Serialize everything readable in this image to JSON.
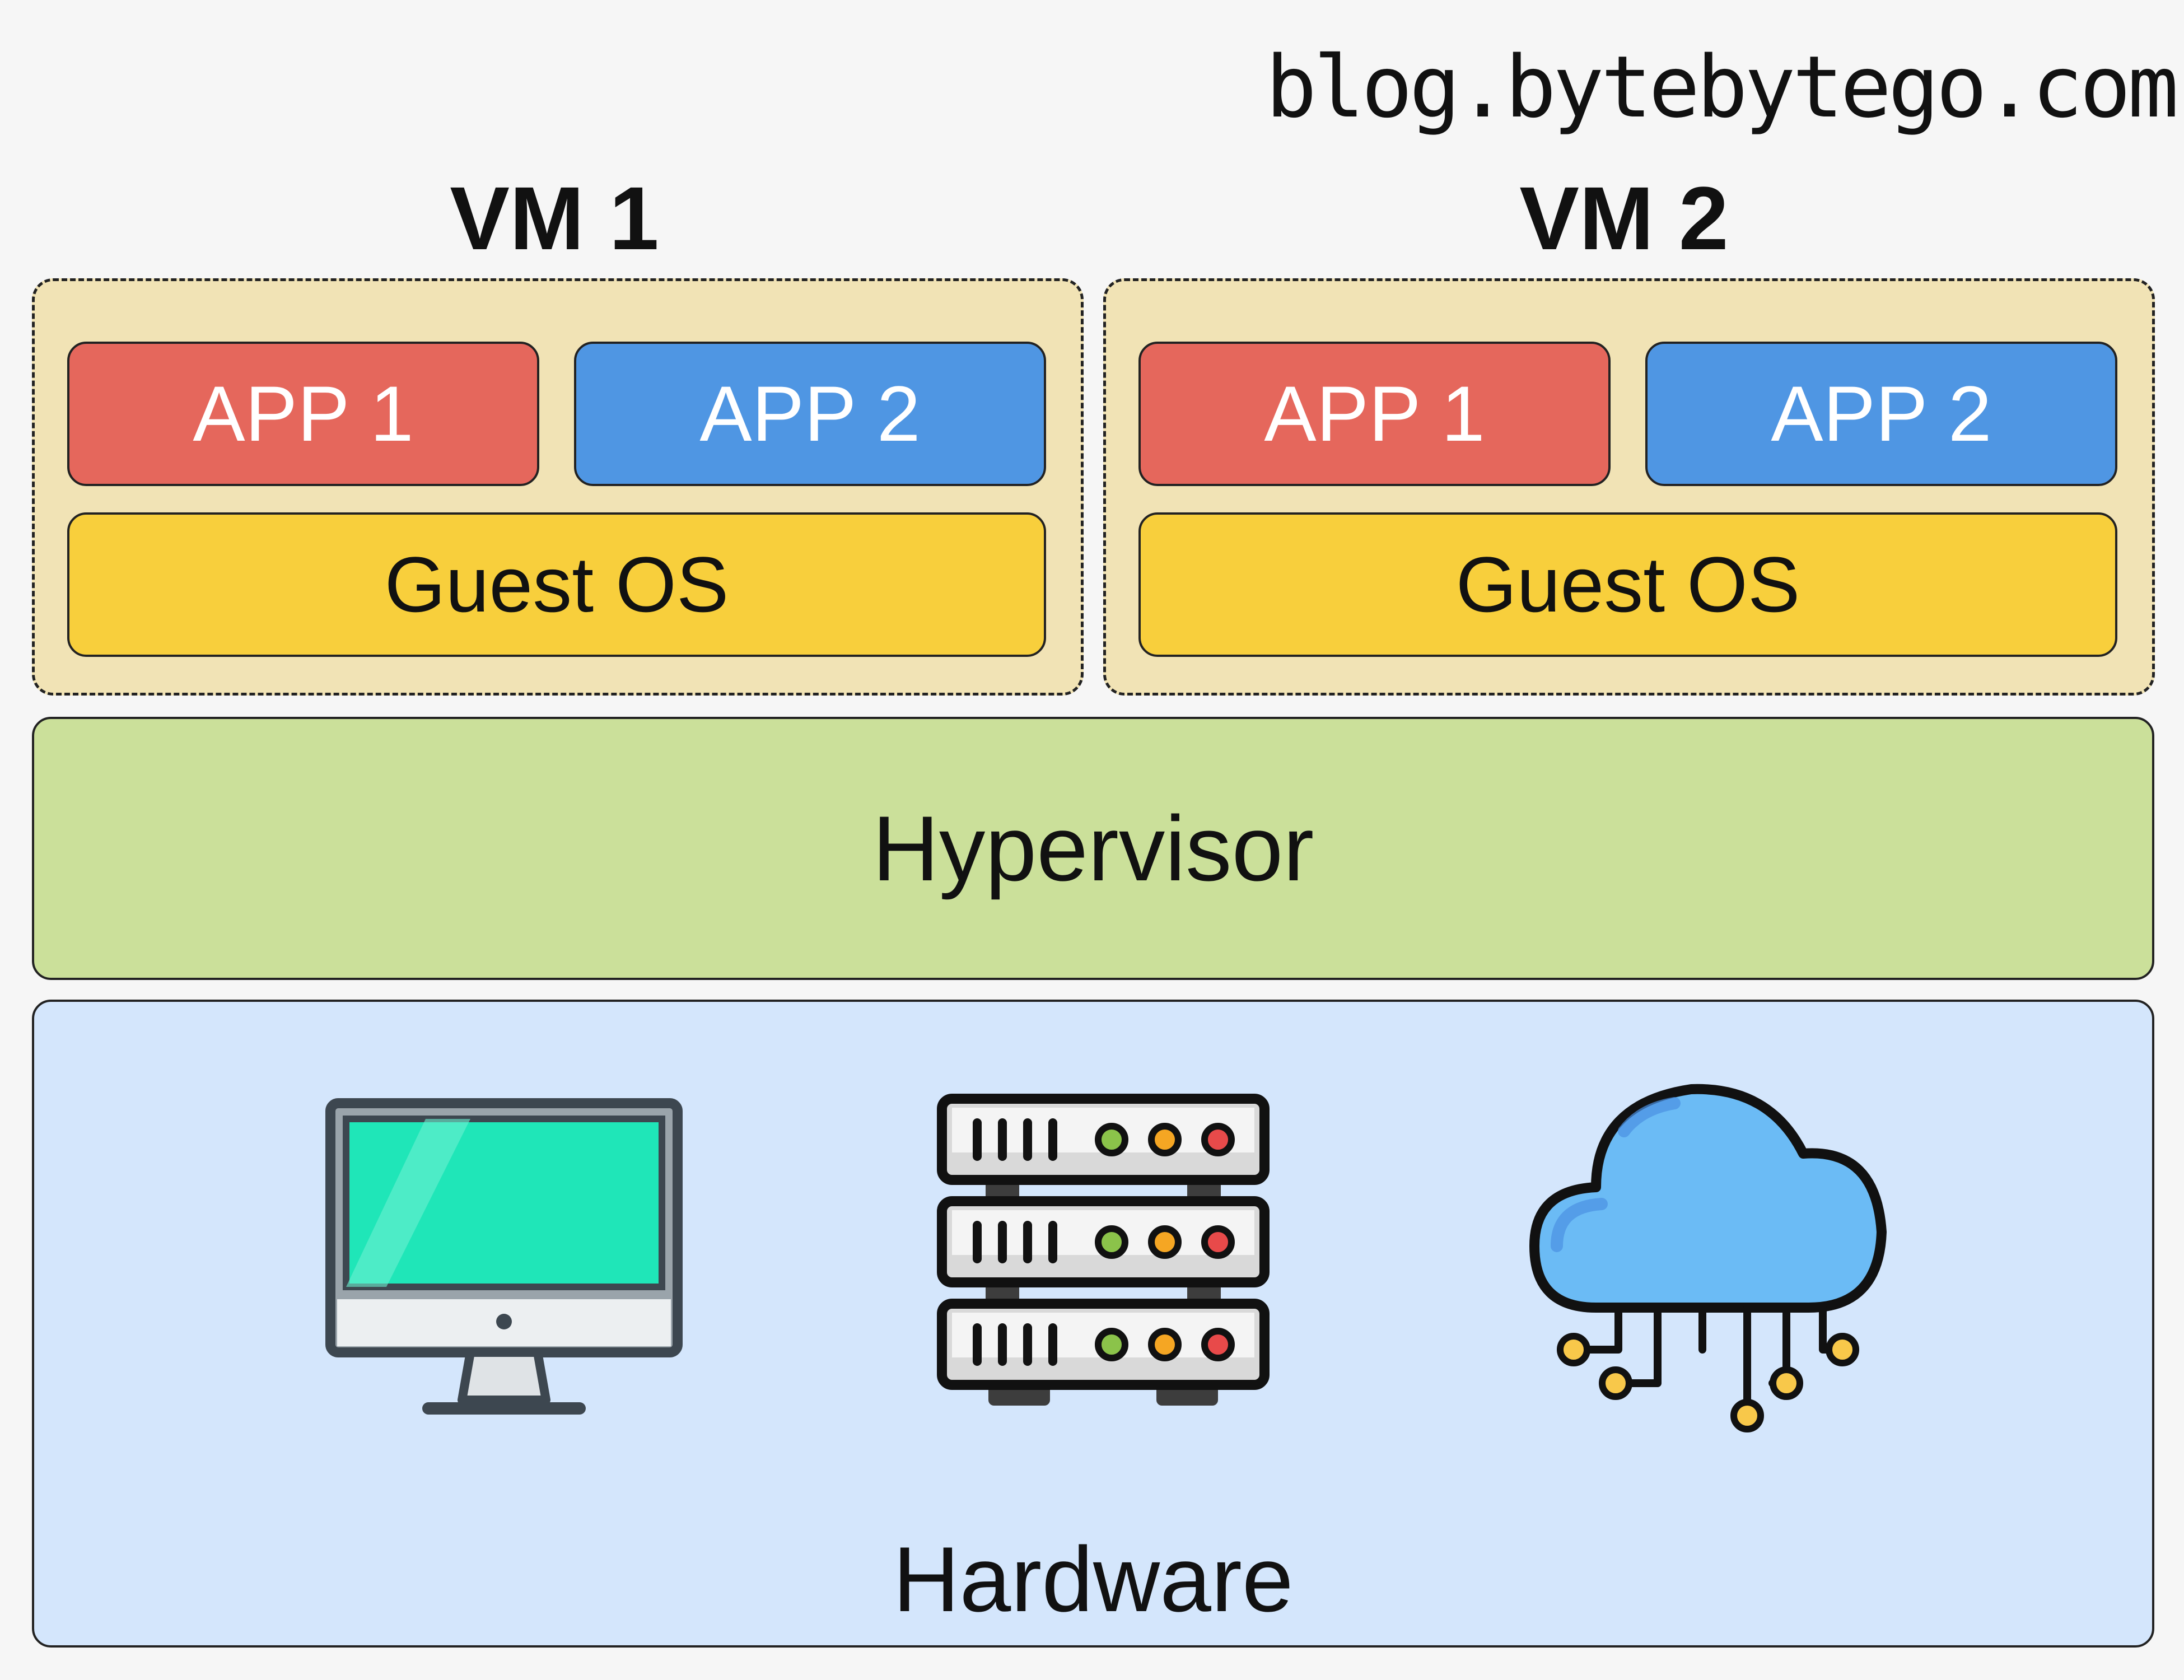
{
  "brand": {
    "text": "blog.bytebytego.com",
    "logo_icon": "bytebytego-logo-icon"
  },
  "vms": [
    {
      "title": "VM 1",
      "apps": [
        "APP 1",
        "APP 2"
      ],
      "guest_os": "Guest OS"
    },
    {
      "title": "VM 2",
      "apps": [
        "APP 1",
        "APP 2"
      ],
      "guest_os": "Guest OS"
    }
  ],
  "hypervisor": {
    "label": "Hypervisor"
  },
  "hardware": {
    "label": "Hardware",
    "icons": [
      "monitor-icon",
      "server-rack-icon",
      "cloud-computing-icon"
    ]
  },
  "colors": {
    "background": "#f6f6f6",
    "vm_box": "#f1e3b5",
    "app_1": "#e5675c",
    "app_2": "#4f96e3",
    "guest_os": "#f8cf3c",
    "hypervisor": "#cbe09a",
    "hardware": "#d4e6fc"
  }
}
